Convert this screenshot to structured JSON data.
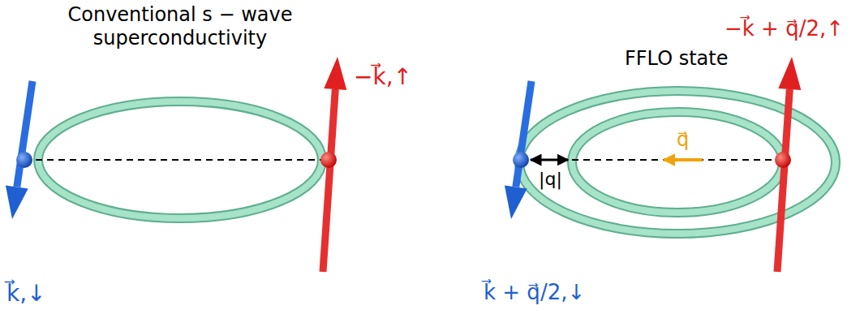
{
  "diagram": {
    "labels": [
      "Conventional s − wave superconductivity",
      "−k⃗,↑",
      "k⃗,↓",
      "FFLO state",
      "−k⃗ + q⃗/2,↑",
      "|q|",
      "q⃗",
      "k⃗ + q⃗/2,↓"
    ]
  }
}
